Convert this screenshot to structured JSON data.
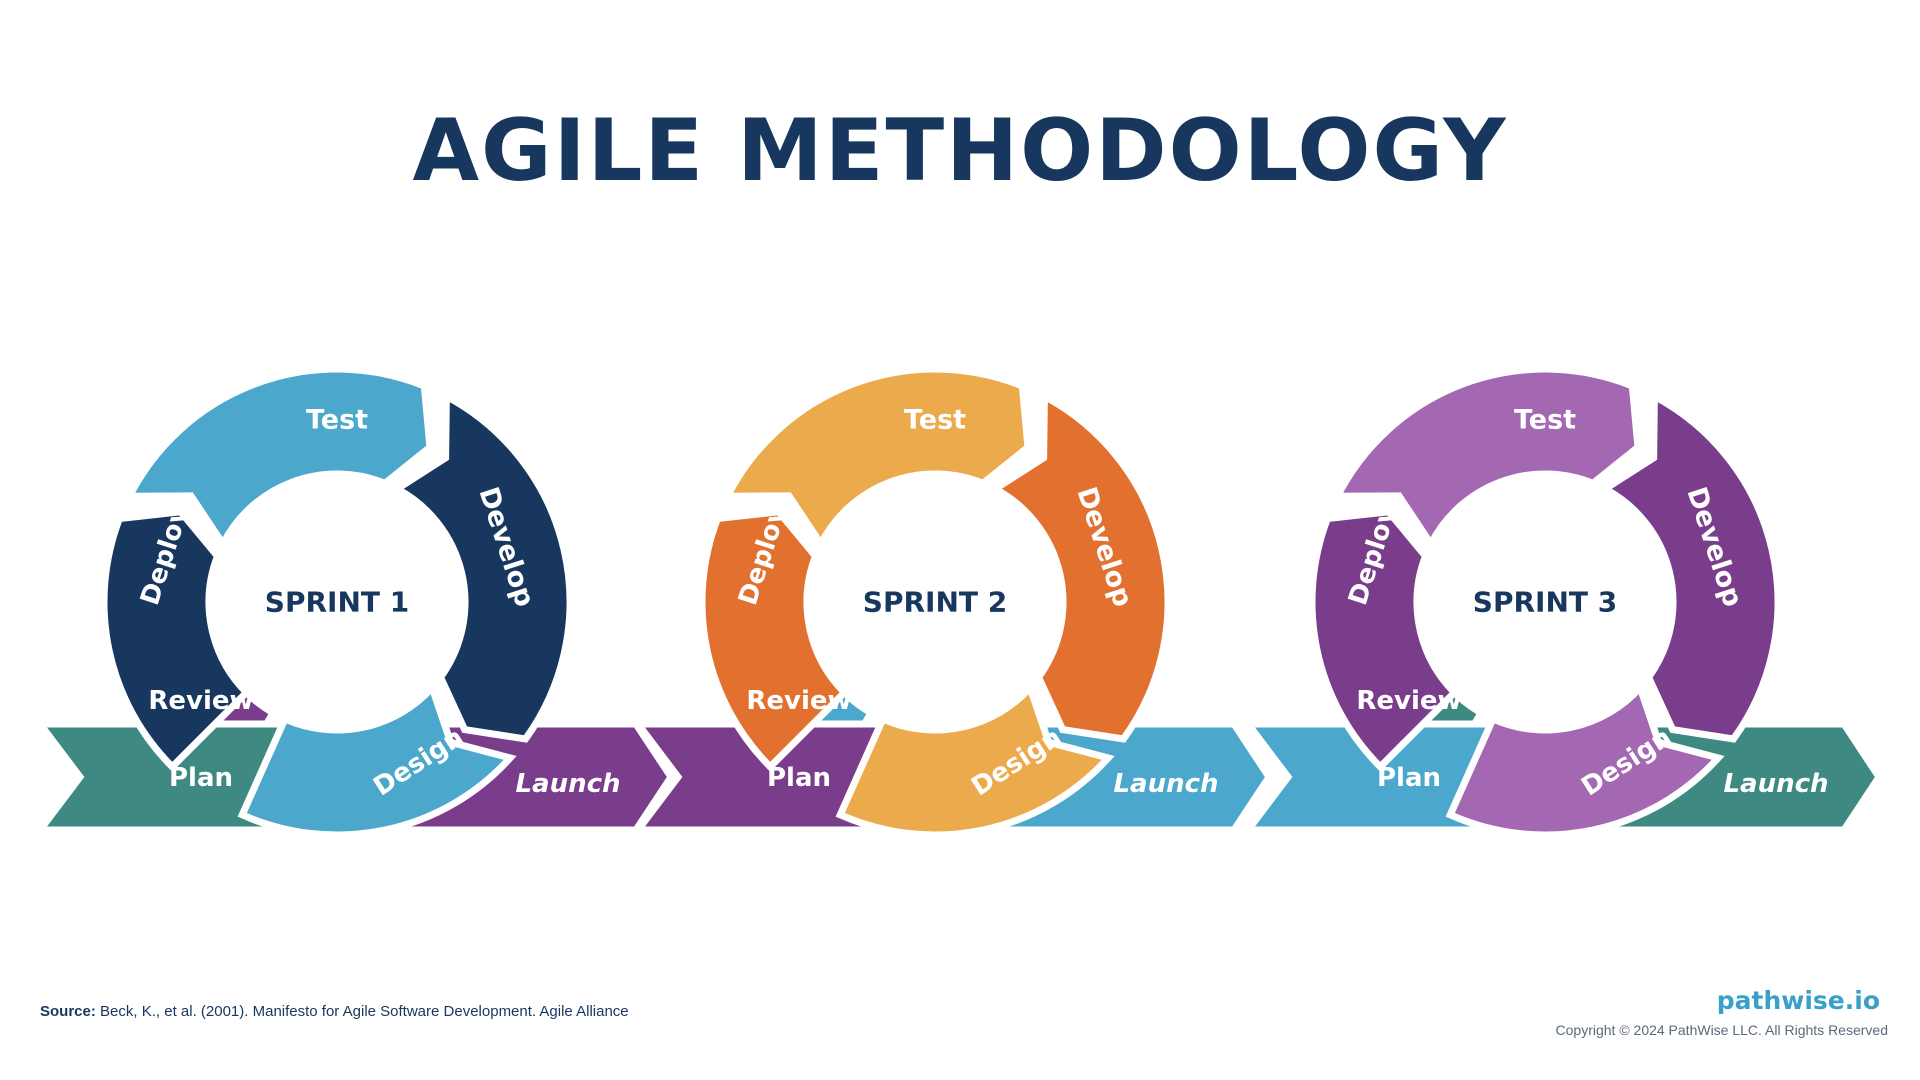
{
  "title": "AGILE METHODOLOGY",
  "colors": {
    "navy": "#17375e",
    "blue": "#4ba8cc",
    "teal": "#3e8a83",
    "purple": "#7a3d8c",
    "orange": "#e2712f",
    "light_orange": "#ebaa4c",
    "dark_purple": "#7a3d8c",
    "light_purple": "#a467b1"
  },
  "sprints": [
    {
      "label": "SPRINT 1",
      "stages": {
        "test": {
          "label": "Test",
          "color": "#4ba8cc"
        },
        "develop": {
          "label": "Develop",
          "color": "#17375e"
        },
        "design": {
          "label": "Design",
          "color": "#4ba8cc"
        },
        "review": {
          "label": "Review",
          "color": "#7a3d8c"
        },
        "deploy": {
          "label": "Deploy",
          "color": "#17375e"
        }
      },
      "plan": {
        "label": "Plan",
        "color": "#3e8a83"
      },
      "launch": {
        "label": "Launch",
        "color": "#7a3d8c"
      }
    },
    {
      "label": "SPRINT 2",
      "stages": {
        "test": {
          "label": "Test",
          "color": "#ebaa4c"
        },
        "develop": {
          "label": "Develop",
          "color": "#e2712f"
        },
        "design": {
          "label": "Design",
          "color": "#ebaa4c"
        },
        "review": {
          "label": "Review",
          "color": "#4ba8cc"
        },
        "deploy": {
          "label": "Deploy",
          "color": "#e2712f"
        }
      },
      "plan": {
        "label": "Plan",
        "color": "#7a3d8c"
      },
      "launch": {
        "label": "Launch",
        "color": "#4ba8cc"
      }
    },
    {
      "label": "SPRINT 3",
      "stages": {
        "test": {
          "label": "Test",
          "color": "#a467b1"
        },
        "develop": {
          "label": "Develop",
          "color": "#7a3d8c"
        },
        "design": {
          "label": "Design",
          "color": "#a467b1"
        },
        "review": {
          "label": "Review",
          "color": "#3e8a83"
        },
        "deploy": {
          "label": "Deploy",
          "color": "#7a3d8c"
        }
      },
      "plan": {
        "label": "Plan",
        "color": "#4ba8cc"
      },
      "launch": {
        "label": "Launch",
        "color": "#3e8a83"
      }
    }
  ],
  "footer": {
    "source_label": "Source:",
    "source_text": "Beck, K., et al. (2001). Manifesto for Agile Software Development. Agile Alliance",
    "brand": "pathwise.io",
    "copyright": "Copyright © 2024 PathWise LLC. All Rights Reserved"
  }
}
